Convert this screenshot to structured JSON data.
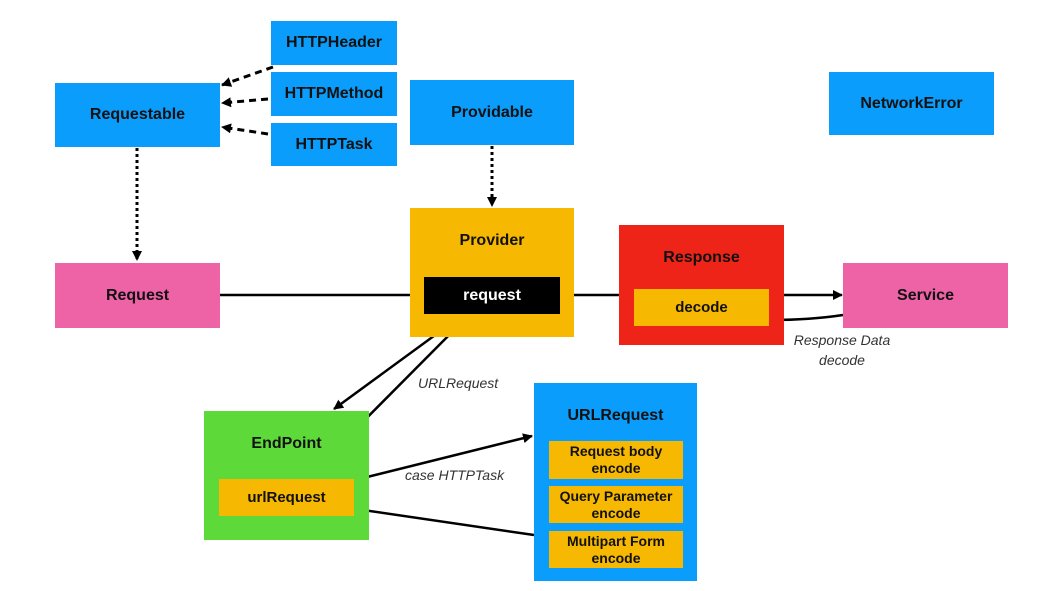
{
  "nodes": {
    "http_header": "HTTPHeader",
    "http_method": "HTTPMethod",
    "http_task": "HTTPTask",
    "requestable": "Requestable",
    "providable": "Providable",
    "network_error": "NetworkError",
    "request": "Request",
    "provider": "Provider",
    "provider_request": "request",
    "response": "Response",
    "response_decode": "decode",
    "service": "Service",
    "endpoint": "EndPoint",
    "endpoint_url_request": "urlRequest",
    "url_request": "URLRequest",
    "url_request_items": [
      "Request body\nencode",
      "Query Parameter\nencode",
      "Multipart Form\nencode"
    ]
  },
  "edge_labels": {
    "url_request": "URLRequest",
    "case_http_task": "case HTTPTask",
    "response_data_decode_line1": "Response Data",
    "response_data_decode_line2": "decode"
  },
  "colors": {
    "protocol_blue": "#0a9dfb",
    "pink": "#ee62a6",
    "yellow": "#f6b800",
    "red": "#ee2418",
    "green": "#5ed93a"
  }
}
